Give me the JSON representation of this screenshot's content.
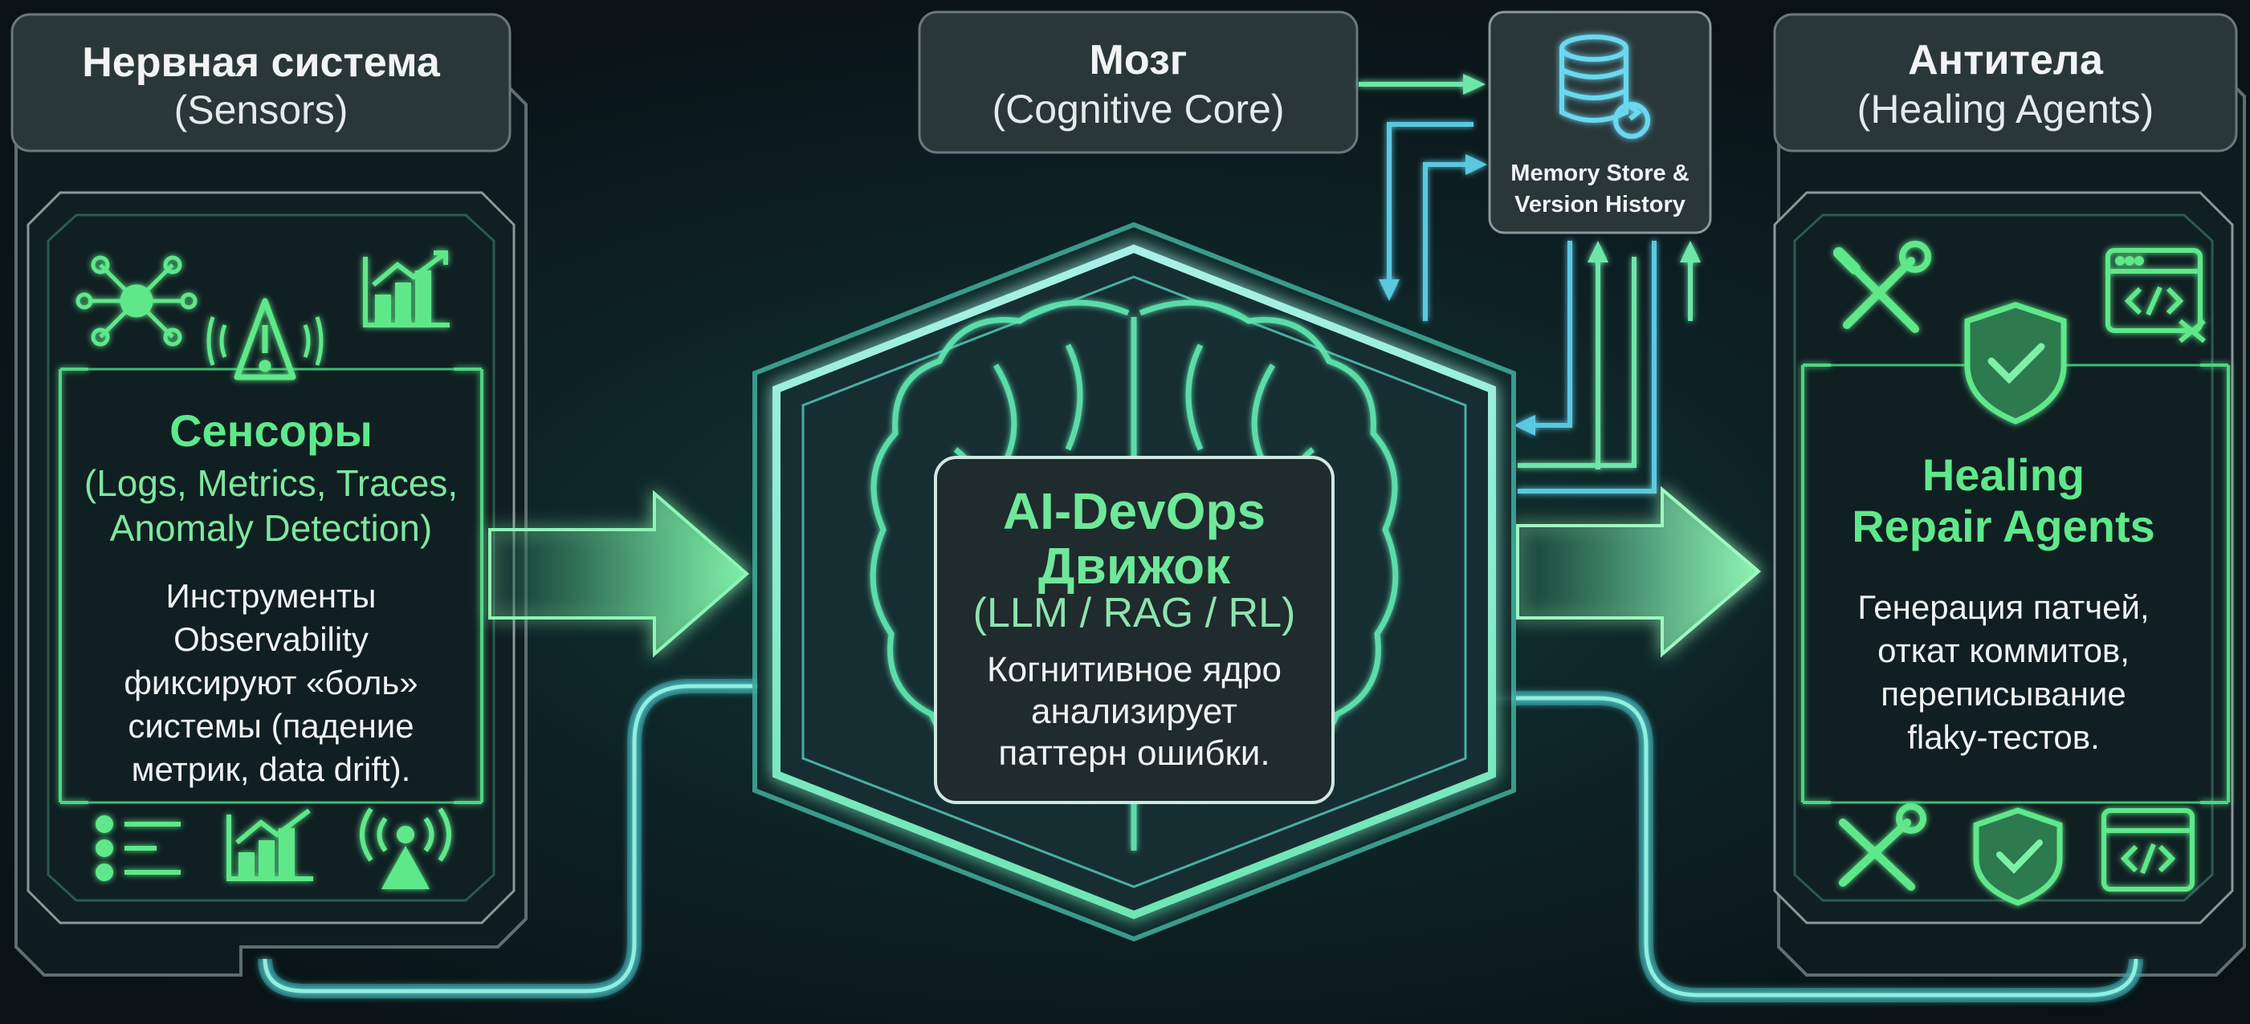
{
  "sensors": {
    "header_title": "Нервная система",
    "header_subtitle": "(Sensors)",
    "title": "Сенсоры",
    "subtitle_lines": [
      "(Logs, Metrics, Traces,",
      "Anomaly Detection)"
    ],
    "description_lines": [
      "Инструменты",
      "Observability",
      "фиксируют «боль»",
      "системы (падение",
      "метрик, data drift)."
    ],
    "icons": [
      "network-node-icon",
      "warning-triangle-icon",
      "growth-chart-icon",
      "list-icon",
      "growth-chart-icon",
      "signal-tower-icon"
    ]
  },
  "brain": {
    "header_title": "Мозг",
    "header_subtitle": "(Cognitive Core)",
    "core_title_lines": [
      "AI-DevOps",
      "Движок"
    ],
    "core_subtitle": "(LLM / RAG / RL)",
    "core_description_lines": [
      "Когнитивное ядро",
      "анализирует",
      "паттерн ошибки."
    ],
    "icons": [
      "brain-icon"
    ]
  },
  "memory": {
    "label_lines": [
      "Memory Store &",
      "Version History"
    ],
    "icons": [
      "database-icon"
    ]
  },
  "antibodies": {
    "header_title": "Антитела",
    "header_subtitle": "(Healing Agents)",
    "title_lines": [
      "Healing",
      "Repair Agents"
    ],
    "description_lines": [
      "Генерация патчей,",
      "откат коммитов,",
      "переписывание",
      "flaky-тестов."
    ],
    "icons": [
      "tools-icon",
      "shield-check-icon",
      "code-window-icon",
      "tools-icon",
      "shield-check-icon",
      "code-window-icon"
    ]
  },
  "colors": {
    "background": "#0b1518",
    "accent_green": "#5fe88a",
    "accent_cyan": "#5ac8e0",
    "panel_border": "#8a9898"
  }
}
